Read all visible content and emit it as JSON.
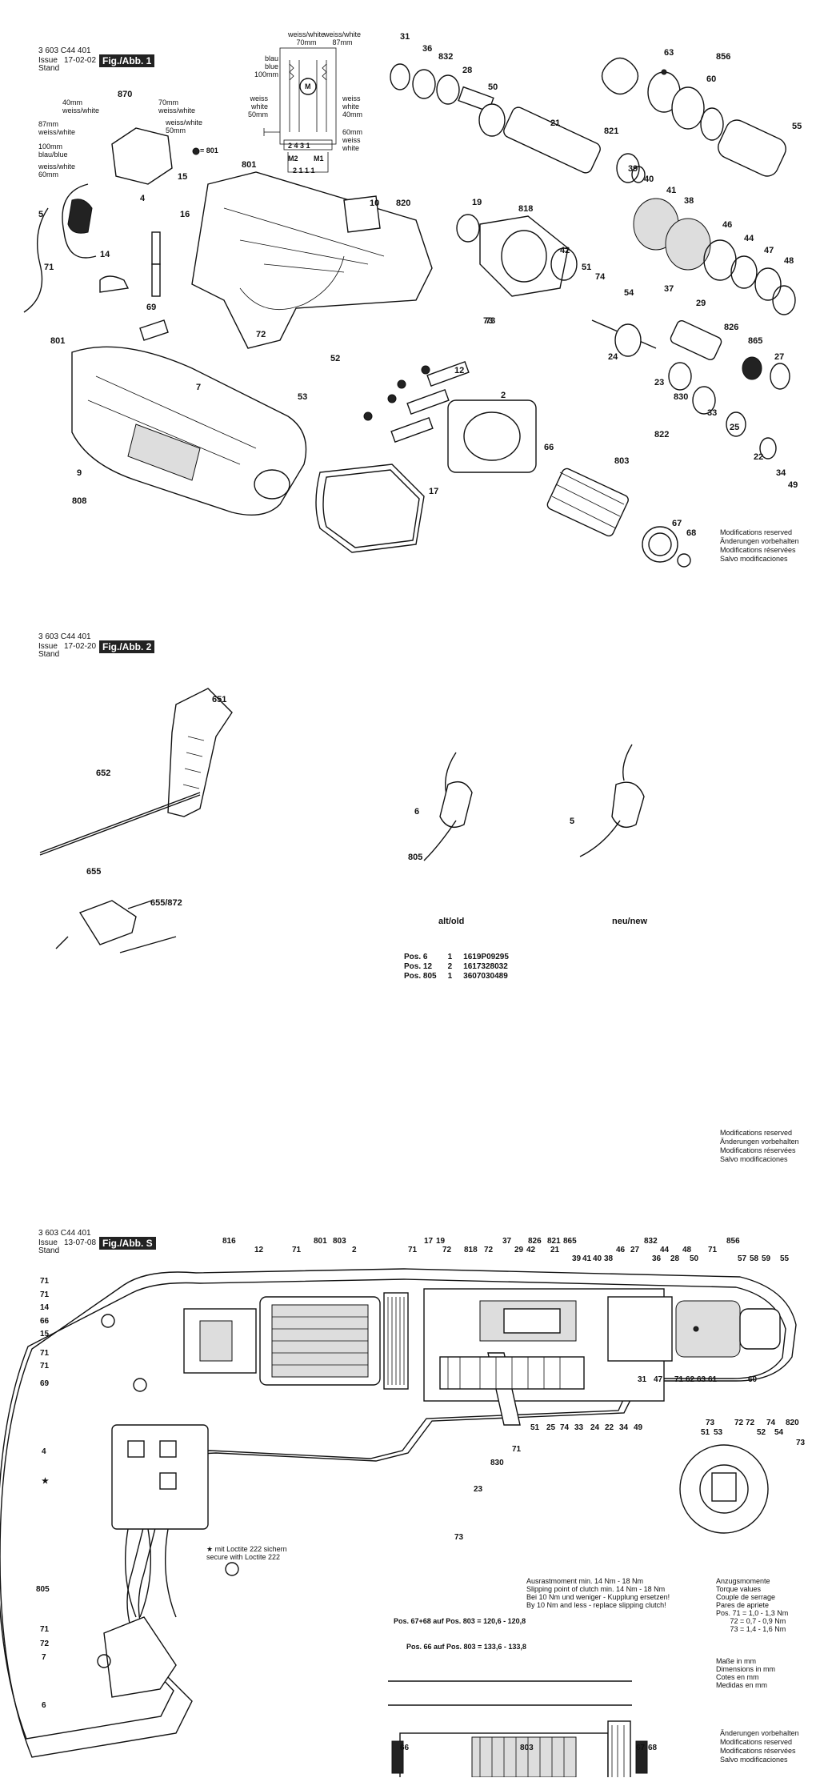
{
  "fig1": {
    "doc_number": "3 603 C44 401",
    "issue": "Issue",
    "stand": "Stand",
    "date": "17-02-02",
    "fig_label": "Fig./Abb. 1",
    "wiring": {
      "weiss_white_70": "weiss/white\n70mm",
      "weiss_white_87": "weiss/white\n87mm",
      "blau_blue_100": "blau\nblue\n100mm",
      "weiss_white_50": "weiss\nwhite\n50mm",
      "weiss_white_40": "weiss\nwhite\n40mm",
      "mm60_weiss": "60mm\nweiss\nwhite",
      "terminals": "2 4 3 1",
      "m2": "M2",
      "m1": "M1",
      "bottom": "2 1 1 1",
      "motor": "M"
    },
    "switch_labels": {
      "l870": "870",
      "a40": "40mm\nweiss/white",
      "a87": "87mm\nweiss/white",
      "a100": "100mm\nblau/blue",
      "a60": "weiss/white\n60mm",
      "b70": "70mm\nweiss/white",
      "d50": "weiss/white\n50mm",
      "legend_801": "= 801"
    },
    "parts": [
      "31",
      "36",
      "832",
      "28",
      "50",
      "21",
      "63",
      "856",
      "60",
      "55",
      "821",
      "39",
      "40",
      "41",
      "38",
      "46",
      "44",
      "47",
      "48",
      "19",
      "818",
      "42",
      "51",
      "74",
      "54",
      "37",
      "29",
      "826",
      "865",
      "27",
      "24",
      "23",
      "830",
      "33",
      "25",
      "73",
      "822",
      "22",
      "34",
      "49",
      "66",
      "803",
      "67",
      "68",
      "10",
      "820",
      "801",
      "2",
      "17",
      "12",
      "16",
      "15",
      "14",
      "71",
      "69",
      "72",
      "52",
      "53",
      "7",
      "4",
      "5",
      "9",
      "808",
      "801",
      "73"
    ],
    "notice": [
      "Modifications reserved",
      "Änderungen vorbehalten",
      "Modifications réservées",
      "Salvo modificaciones"
    ]
  },
  "fig2": {
    "doc_number": "3 603 C44 401",
    "issue": "Issue",
    "stand": "Stand",
    "date": "17-02-20",
    "fig_label": "Fig./Abb. 2",
    "parts": [
      "651",
      "652",
      "655",
      "655/872",
      "6",
      "805",
      "5"
    ],
    "alt_old": "alt/old",
    "neu_new": "neu/new",
    "table": [
      {
        "pos": "Pos. 6",
        "qty": "1",
        "num": "1619P09295"
      },
      {
        "pos": "Pos. 12",
        "qty": "2",
        "num": "1617328032"
      },
      {
        "pos": "Pos. 805",
        "qty": "1",
        "num": "3607030489"
      }
    ],
    "notice": [
      "Modifications reserved",
      "Änderungen vorbehalten",
      "Modifications réservées",
      "Salvo modificaciones"
    ]
  },
  "figS": {
    "doc_number": "3 603 C44 401",
    "issue": "Issue",
    "stand": "Stand",
    "date": "13-07-08",
    "fig_label": "Fig./Abb. S",
    "top_parts": [
      "816",
      "12",
      "71",
      "801",
      "803",
      "2",
      "71",
      "17",
      "19",
      "72",
      "818",
      "72",
      "37",
      "29",
      "42",
      "826",
      "821",
      "865",
      "21",
      "39",
      "41",
      "40",
      "38",
      "46",
      "27",
      "832",
      "36",
      "44",
      "28",
      "48",
      "50",
      "71",
      "856",
      "57",
      "58",
      "59",
      "55"
    ],
    "left_parts": [
      "71",
      "71",
      "14",
      "66",
      "15",
      "71",
      "71",
      "69",
      "4",
      "805",
      "71",
      "72",
      "7",
      "6"
    ],
    "star_label": "★",
    "loctite": "★ mit Loctite 222 sichern\nsecure with Loctite 222",
    "bottom_parts": [
      "51",
      "25",
      "74",
      "33",
      "24",
      "22",
      "34",
      "49",
      "31",
      "47",
      "71",
      "62",
      "63",
      "61",
      "60",
      "71",
      "830",
      "23",
      "73"
    ],
    "detail_parts": [
      "73",
      "51",
      "53",
      "72",
      "72",
      "52",
      "74",
      "54",
      "820",
      "73"
    ],
    "clutch_note": "Ausrastmoment min. 14 Nm - 18 Nm\nSlipping point of clutch min. 14 Nm - 18 Nm\nBei 10 Nm und weniger - Kupplung ersetzen!\nBy 10 Nm and less - replace slipping clutch!",
    "torque_note": "Anzugsmomente\nTorque values\nCouple de serrage\nPares de apriete\nPos. 71 = 1,0 - 1,3 Nm\n       72 = 0,7 - 0,9 Nm\n       73 = 1,4 - 1,6 Nm",
    "dims_note": "Maße in mm\nDimensions in mm\nCotes en mm\nMedidas en mm",
    "dim1": "Pos. 67+68 auf Pos. 803 = 120,6 - 120,8",
    "dim2": "Pos. 66 auf Pos. 803 = 133,6 - 133,8",
    "armature_parts": [
      "66",
      "803",
      "67",
      "68"
    ],
    "notice": [
      "Änderungen vorbehalten",
      "Modifications reserved",
      "Modifications réservées",
      "Salvo modificaciones"
    ]
  }
}
